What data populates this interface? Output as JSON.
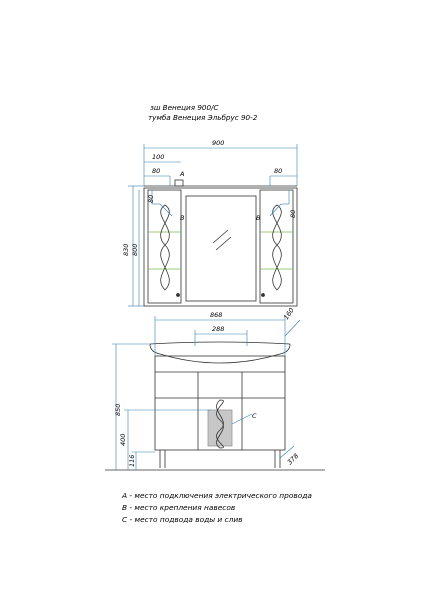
{
  "header": {
    "line1": "зш Венеция 900/С",
    "line2": "тумба Венеция Эльбрус 90-2"
  },
  "dimensions": {
    "mirror_width": "900",
    "mirror_offset_100": "100",
    "mirror_offset_80_left": "80",
    "mirror_offset_80_right": "80",
    "mirror_side_80_left": "80",
    "mirror_side_80_right": "80",
    "mirror_label_a": "A",
    "mirror_label_b_left": "B",
    "mirror_label_b_right": "B",
    "mirror_height_830": "830",
    "mirror_height_800": "800",
    "cabinet_width": "868",
    "basin_width": "288",
    "cabinet_depth": "160",
    "cabinet_label_c": "C",
    "cabinet_height": "850",
    "drain_height": "400",
    "leg_height": "116",
    "leg_depth": "378"
  },
  "legend": {
    "a": "A - место подключения электрического провода",
    "b": "B - место крепления навесов",
    "c": "C - место подвода воды и слив"
  }
}
